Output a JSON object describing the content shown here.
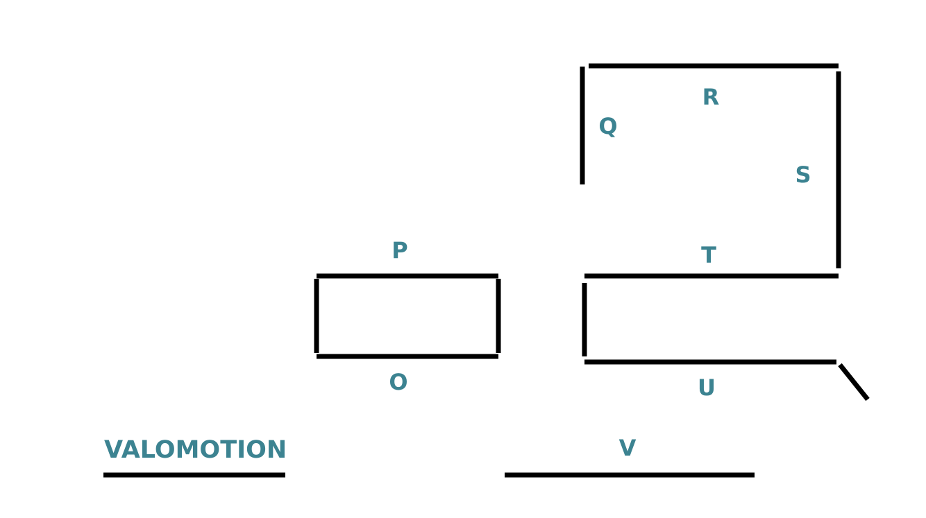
{
  "colors": {
    "label": "#3c8391",
    "line": "#000000",
    "background": "#ffffff"
  },
  "labels": {
    "p": "P",
    "o": "O",
    "q": "Q",
    "r": "R",
    "s": "S",
    "t": "T",
    "u": "U",
    "v": "V"
  },
  "brand": {
    "name": "VALOMOTION"
  }
}
